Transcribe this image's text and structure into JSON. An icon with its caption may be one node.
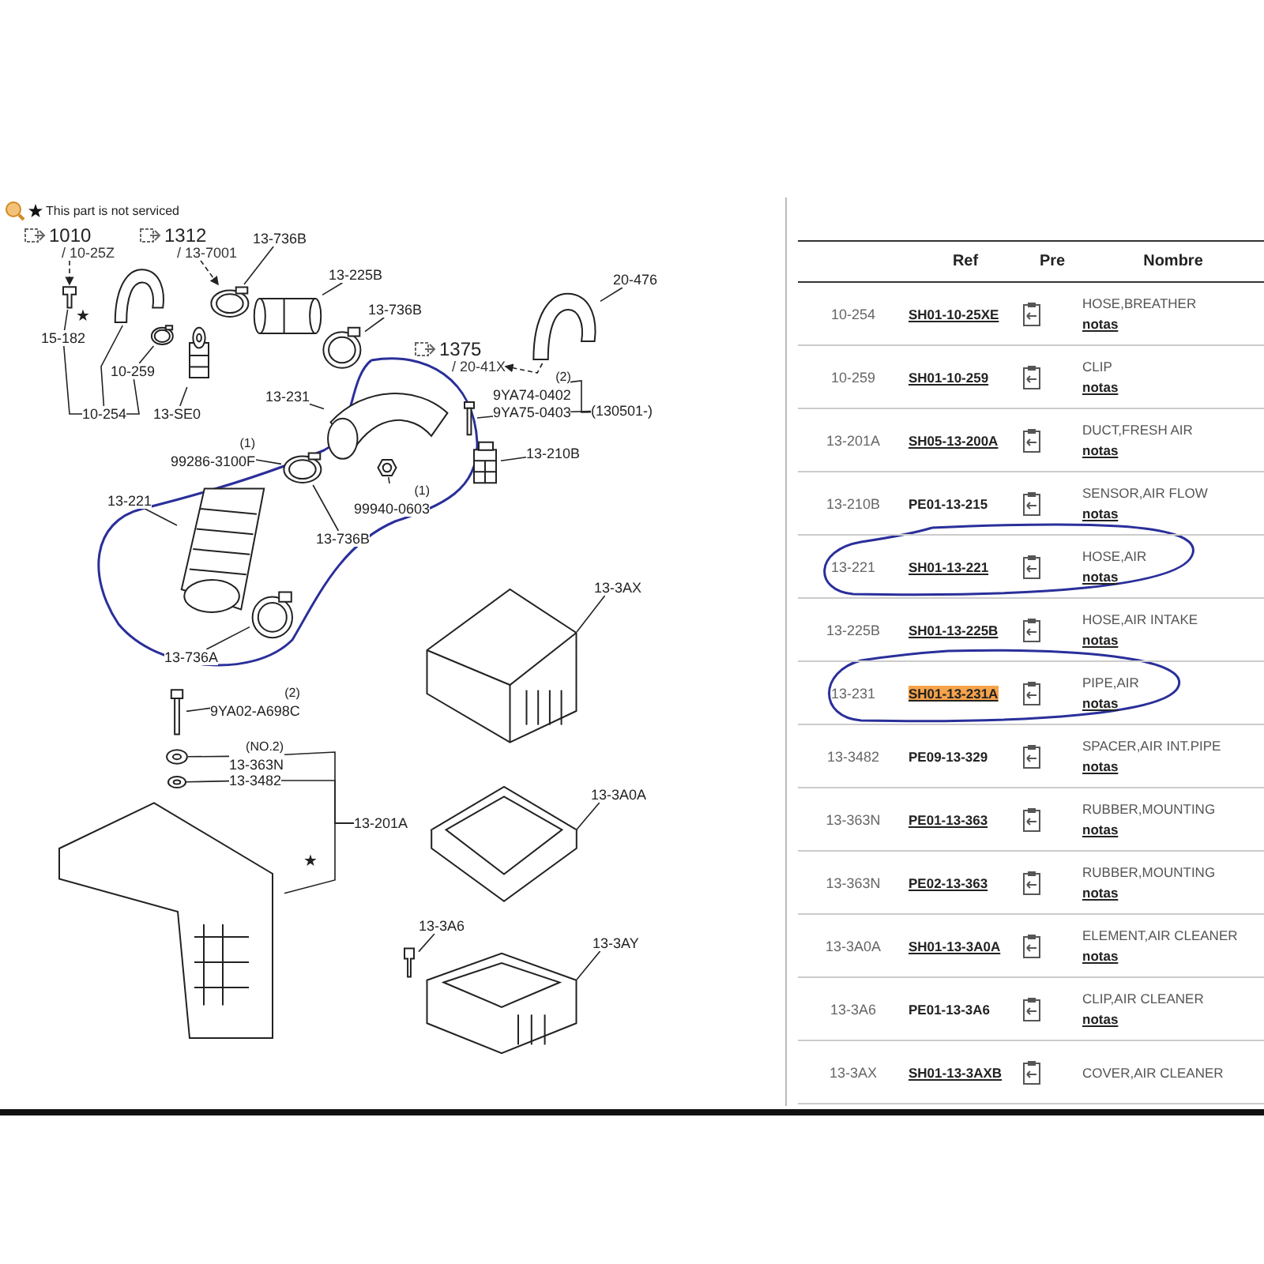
{
  "diagram": {
    "nodes": [
      {
        "text": [
          "1010",
          "/ 10-25Z"
        ]
      },
      {
        "text": [
          "1312",
          "/ 13-7001"
        ]
      },
      {
        "text": [
          "1375",
          "/ 20-41X"
        ]
      },
      {
        "text": [
          "13-736B"
        ]
      },
      {
        "text": [
          "13-225B"
        ]
      },
      {
        "text": [
          "13-736B"
        ]
      },
      {
        "text": [
          "20-476"
        ]
      },
      {
        "text": [
          "15-182"
        ]
      },
      {
        "text": [
          "10-259"
        ]
      },
      {
        "text": [
          "10-254"
        ]
      },
      {
        "text": [
          "13-SE0"
        ]
      },
      {
        "text": [
          "13-231"
        ]
      },
      {
        "text": [
          "9YA74-0402"
        ],
        "beside": [
          "(2)"
        ]
      },
      {
        "text": [
          "9YA75-0403"
        ]
      },
      {
        "text": [
          "13-210B"
        ]
      },
      {
        "text": [
          "99286-3100F"
        ],
        "beside": [
          "(1)"
        ]
      },
      {
        "text": [
          "99940-0603"
        ],
        "beside": [
          "(1)"
        ]
      },
      {
        "text": [
          "13-221"
        ]
      },
      {
        "text": [
          "13-736B"
        ]
      },
      {
        "text": [
          "13-736A"
        ]
      },
      {
        "text": [
          "9YA02-A698C"
        ],
        "beside": [
          "(2)"
        ]
      },
      {
        "text": [
          "13-363N"
        ],
        "beside": [
          "(NO.2)"
        ]
      },
      {
        "text": [
          "13-3482"
        ]
      },
      {
        "text": [
          "13-201A"
        ]
      },
      {
        "text": [
          "13-3AX"
        ]
      },
      {
        "text": [
          "13-3A0A"
        ]
      },
      {
        "text": [
          "13-3A6"
        ]
      },
      {
        "text": [
          "13-3AY"
        ]
      },
      {
        "text": [],
        "shape": "picture"
      },
      {
        "text": [],
        "shape": "picture"
      },
      {
        "text": [],
        "shape": "picture"
      },
      {
        "text": [],
        "shape": "picture"
      },
      {
        "text": [],
        "shape": "picture"
      },
      {
        "text": [],
        "shape": "picture"
      },
      {
        "text": [],
        "shape": "picture"
      },
      {
        "text": [],
        "shape": "picture"
      },
      {
        "text": [],
        "shape": "picture"
      },
      {
        "text": [],
        "shape": "picture"
      },
      {
        "text": [],
        "shape": "picture"
      },
      {
        "text": [],
        "shape": "picture"
      },
      {
        "text": [],
        "shape": "picture"
      },
      {
        "text": [],
        "shape": "picture"
      },
      {
        "text": [],
        "shape": "picture"
      },
      {
        "text": [],
        "shape": "picture"
      },
      {
        "text": [],
        "shape": "picture"
      },
      {
        "text": [],
        "shape": "picture"
      },
      {
        "text": [],
        "shape": "picture"
      },
      {
        "text": [],
        "shape": "picture"
      },
      {
        "text": [],
        "shape": "picture"
      },
      {
        "text": [],
        "shape": "picture"
      },
      {
        "text": [],
        "shape": "picture"
      },
      {
        "text": [
          "(130501-)"
        ]
      }
    ],
    "edges": [
      {
        "from": 0,
        "to": 28,
        "arrow": "to",
        "style": "dashed"
      },
      {
        "from": 1,
        "to": 32,
        "arrow": "to",
        "style": "dashed"
      },
      {
        "from": 36,
        "to": 2,
        "arrow": "to",
        "style": "dashed"
      },
      {
        "from": 3,
        "to": 32,
        "arrow": "none"
      },
      {
        "from": 4,
        "to": 33,
        "arrow": "none"
      },
      {
        "from": 5,
        "to": 34,
        "arrow": "none"
      },
      {
        "from": 6,
        "to": 36,
        "arrow": "none"
      },
      {
        "from": 7,
        "to": 28,
        "arrow": "none"
      },
      {
        "from": 8,
        "to": 30,
        "arrow": "none"
      },
      {
        "from": 9,
        "to": 29,
        "arrow": "none"
      },
      {
        "from": 10,
        "to": 31,
        "arrow": "none"
      },
      {
        "from": 11,
        "to": 35,
        "arrow": "none"
      },
      {
        "from": 13,
        "to": 37,
        "arrow": "none"
      },
      {
        "from": 14,
        "to": 38,
        "arrow": "none"
      },
      {
        "from": 15,
        "to": 40,
        "arrow": "none"
      },
      {
        "from": 16,
        "to": 39,
        "arrow": "none"
      },
      {
        "from": 17,
        "to": 41,
        "arrow": "none"
      },
      {
        "from": 18,
        "to": 40,
        "arrow": "none"
      },
      {
        "from": 19,
        "to": 42,
        "arrow": "none"
      },
      {
        "from": 20,
        "to": 43,
        "arrow": "none"
      },
      {
        "from": 21,
        "to": 44,
        "arrow": "none"
      },
      {
        "from": 22,
        "to": 45,
        "arrow": "none"
      },
      {
        "from": 23,
        "to": 46,
        "arrow": "none"
      },
      {
        "from": 24,
        "to": 47,
        "arrow": "none"
      },
      {
        "from": 25,
        "to": 48,
        "arrow": "none"
      },
      {
        "from": 26,
        "to": 49,
        "arrow": "none"
      },
      {
        "from": 27,
        "to": 50,
        "arrow": "none"
      },
      {
        "from": 7,
        "to": 9,
        "arrow": "none"
      },
      {
        "from": 8,
        "to": 9,
        "arrow": "none"
      },
      {
        "from": 12,
        "to": 51,
        "arrow": "none"
      },
      {
        "from": 13,
        "to": 51,
        "arrow": "none"
      },
      {
        "from": 21,
        "to": 23,
        "arrow": "none"
      },
      {
        "from": 22,
        "to": 23,
        "arrow": "none"
      }
    ],
    "labels": [
      "★",
      "★",
      "Ref",
      "Pre",
      "Nombre",
      "10-254",
      "SH01-10-25XE",
      "HOSE,BREATHER",
      "notas",
      "10-259",
      "SH01-10-259",
      "CLIP",
      "notas",
      "13-201A",
      "SH05-13-200A",
      "DUCT,FRESH AIR",
      "notas",
      "13-210B",
      "PE01-13-215",
      "SENSOR,AIR FLOW",
      "notas",
      "13-221",
      "SH01-13-221",
      "HOSE,AIR",
      "notas",
      "13-225B",
      "SH01-13-225B",
      "HOSE,AIR INTAKE",
      "notas",
      "13-231",
      "SH01-13-231A",
      "PIPE,AIR",
      "notas",
      "13-3482",
      "PE09-13-329",
      "SPACER,AIR INT.PIPE",
      "notas",
      "13-363N",
      "PE01-13-363",
      "RUBBER,MOUNTING",
      "notas",
      "13-363N",
      "PE02-13-363",
      "RUBBER,MOUNTING",
      "notas",
      "13-3A0A",
      "SH01-13-3A0A",
      "ELEMENT,AIR CLEANER",
      "notas",
      "13-3A6",
      "PE01-13-3A6",
      "CLIP,AIR CLEANER",
      "notas",
      "13-3AX",
      "SH01-13-3AXB",
      "COVER,AIR CLEANER"
    ],
    "legend": [
      {
        "text": "This part is not serviced"
      }
    ]
  }
}
